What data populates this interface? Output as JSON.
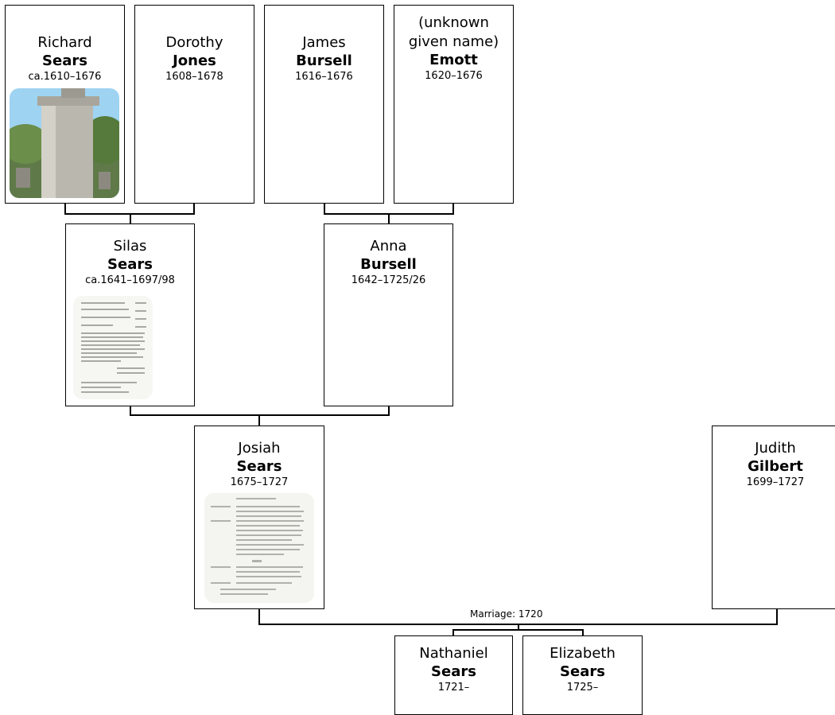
{
  "people": [
    {
      "id": "richard",
      "given": "Richard",
      "surname": "Sears",
      "dates": "ca.1610–1676",
      "photo": "grave-monument"
    },
    {
      "id": "dorothy",
      "given": "Dorothy",
      "surname": "Jones",
      "dates": "1608–1678"
    },
    {
      "id": "james",
      "given": "James",
      "surname": "Bursell",
      "dates": "1616–1676"
    },
    {
      "id": "emott",
      "given": "(unknown given name)",
      "surname": "Emott",
      "dates": "1620–1676"
    },
    {
      "id": "silas",
      "given": "Silas",
      "surname": "Sears",
      "dates": "ca.1641–1697/98",
      "photo": "document-page"
    },
    {
      "id": "anna",
      "given": "Anna",
      "surname": "Bursell",
      "dates": "1642–1725/26"
    },
    {
      "id": "josiah",
      "given": "Josiah",
      "surname": "Sears",
      "dates": "1675–1727",
      "photo": "document-page"
    },
    {
      "id": "judith",
      "given": "Judith",
      "surname": "Gilbert",
      "dates": "1699–1727"
    },
    {
      "id": "nathaniel",
      "given": "Nathaniel",
      "surname": "Sears",
      "dates": "1721–"
    },
    {
      "id": "elizabeth",
      "given": "Elizabeth",
      "surname": "Sears",
      "dates": "1725–"
    }
  ],
  "marriage": {
    "label": "Marriage: 1720"
  }
}
